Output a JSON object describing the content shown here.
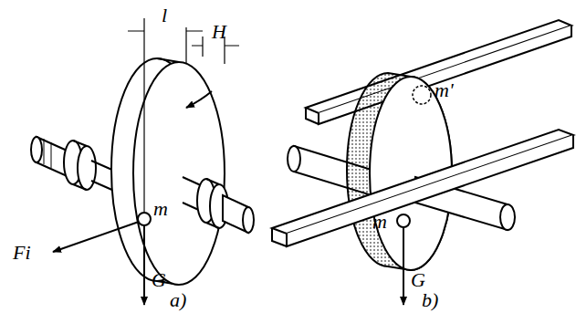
{
  "diagram": {
    "labels": [
      "l",
      "H",
      "m",
      "Fi",
      "G",
      "a)",
      "m'",
      "m",
      "G",
      "b)"
    ]
  }
}
